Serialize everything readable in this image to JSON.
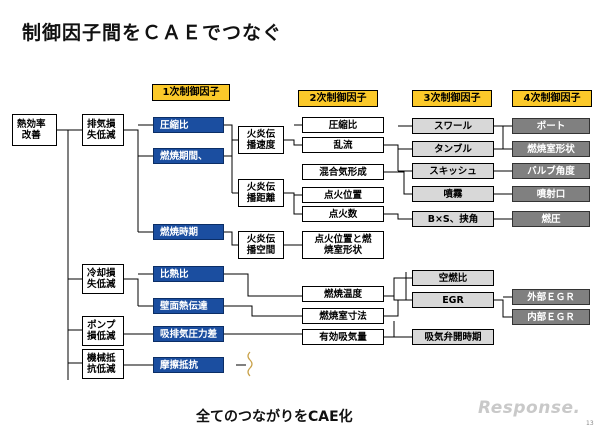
{
  "title": "制御因子間をＣＡＥでつなぐ",
  "caption": "全てのつながりをCAE化",
  "watermark": "Response.",
  "page_number": "13",
  "headers": {
    "level1": "1次制御因子",
    "level2": "2次制御因子",
    "level3": "3次制御因子",
    "level4": "4次制御因子"
  },
  "goal": {
    "root": "熱効率\n改善",
    "sub": [
      "排気損\n失低減",
      "冷却損\n失低減",
      "ポンプ\n損低減",
      "機械抵\n抗低減"
    ]
  },
  "level1_items": [
    "圧縮比",
    "燃焼期間、",
    "燃焼時期",
    "比熱比",
    "壁面熱伝達",
    "吸排気圧力差",
    "摩擦抵抗"
  ],
  "flame_groups": [
    "火炎伝\n播速度",
    "火炎伝\n播距離",
    "火炎伝\n播空間"
  ],
  "level2_items": [
    "圧縮比",
    "乱流",
    "混合気形成",
    "点火位置",
    "点火数",
    "点火位置と燃\n焼室形状",
    "燃焼温度",
    "燃焼室寸法",
    "有効吸気量"
  ],
  "level3_items": [
    "スワール",
    "タンブル",
    "スキッシュ",
    "噴霧",
    "B×S、挟角",
    "空燃比",
    "EGR",
    "吸気弁開時期"
  ],
  "level4_items": [
    "ポート",
    "燃焼室形状",
    "バルブ角度",
    "噴射口",
    "燃圧",
    "外部ＥＧＲ",
    "内部ＥＧＲ"
  ],
  "colors": {
    "header_fill": "#fbc92a",
    "blue_fill": "#1b4ea0",
    "gray_fill": "#d8d8d8",
    "dark_fill": "#808080"
  }
}
